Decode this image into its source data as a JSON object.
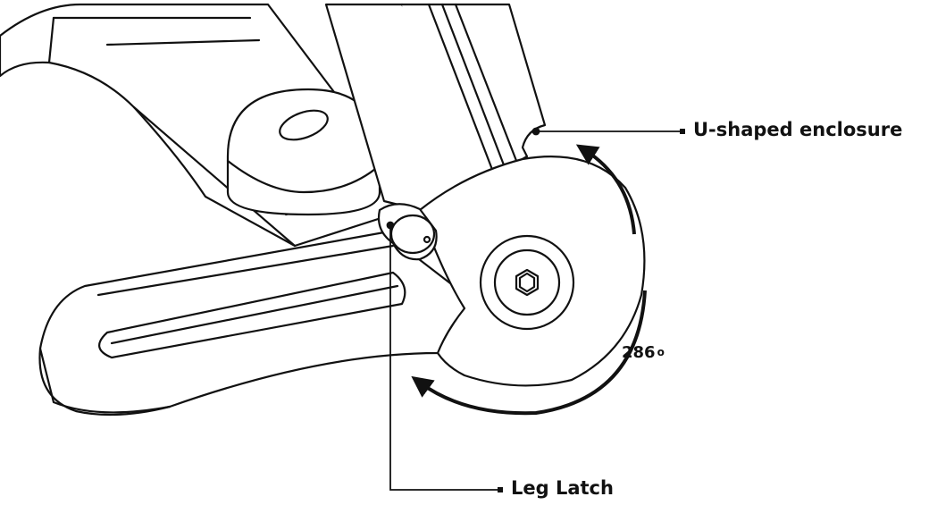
{
  "callouts": {
    "enclosure": "U-shaped enclosure",
    "latch": "Leg Latch"
  },
  "angle": {
    "value": "286",
    "unit": "o"
  },
  "colors": {
    "line": "#111111",
    "fill": "#ffffff"
  }
}
